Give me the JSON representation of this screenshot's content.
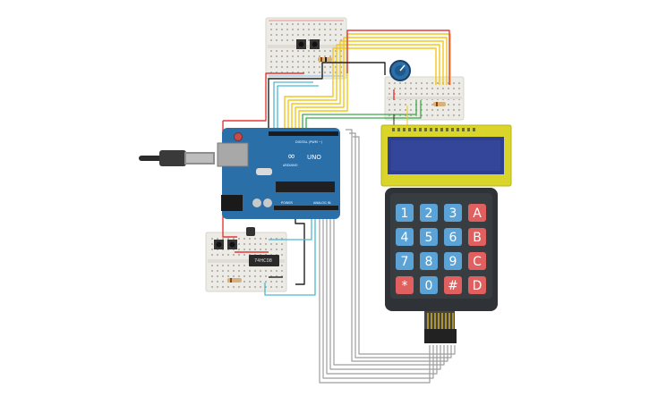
{
  "arduino": {
    "logo_text": "UNO",
    "brand_text": "ARDUINO",
    "digital_header": "DIGITAL (PWM ~)",
    "power_header": "POWER",
    "analog_header": "ANALOG IN"
  },
  "ic_chip": {
    "label": "74HC08"
  },
  "keypad": {
    "keys": [
      "1",
      "2",
      "3",
      "A",
      "4",
      "5",
      "6",
      "B",
      "7",
      "8",
      "9",
      "C",
      "*",
      "0",
      "#",
      "D"
    ]
  },
  "lcd": {
    "text": ""
  },
  "colors": {
    "arduino_board": "#2a6fa8",
    "lcd_screen": "#2f3f8f",
    "lcd_frame": "#d9d52a",
    "key_blue": "#5ba3d6",
    "key_red": "#e06060",
    "keypad_body": "#2f3337",
    "breadboard": "#ecebe6",
    "usb_cable": "#2b2b2b",
    "wire_red": "#e53935",
    "wire_yellow": "#f2c81c",
    "wire_black": "#222222",
    "wire_cyan": "#4ab8d4",
    "wire_green": "#3aa84a",
    "wire_gray": "#999999"
  }
}
